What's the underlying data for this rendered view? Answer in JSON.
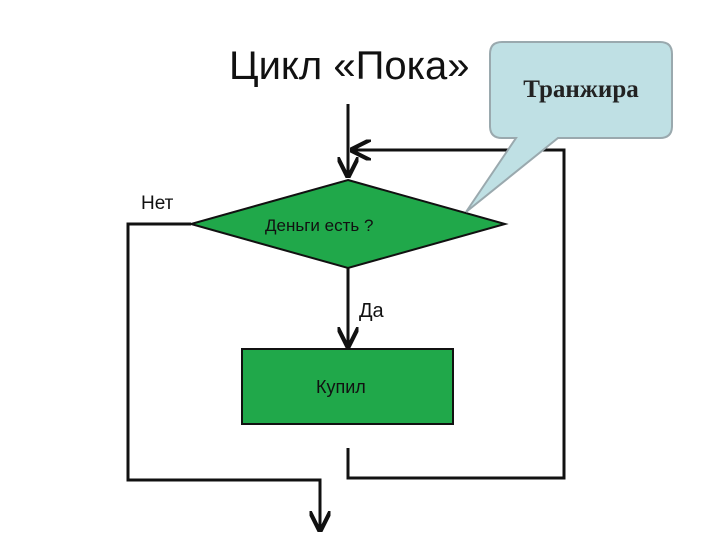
{
  "title": "Цикл «Пока»",
  "callout": {
    "text": "Транжира"
  },
  "decision": {
    "text": "Деньги есть ?"
  },
  "no_label": "Нет",
  "yes_label": "Да",
  "action": {
    "text": "Купил"
  },
  "colors": {
    "shape_fill": "#20a84a",
    "callout_fill": "#bfe0e4",
    "callout_border": "#9aa9ae",
    "line": "#111111"
  }
}
